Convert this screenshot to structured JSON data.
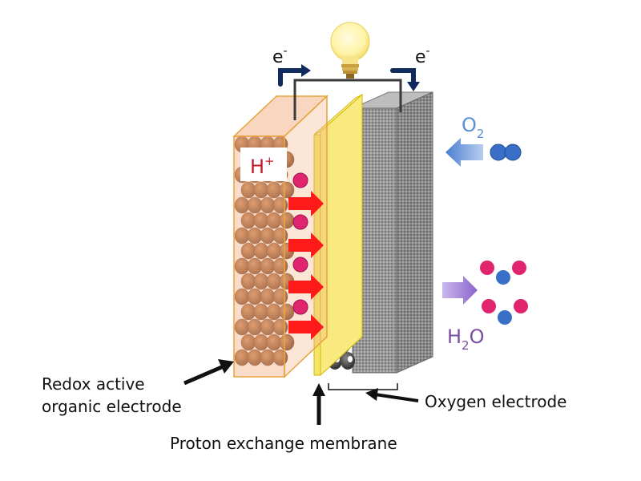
{
  "labels": {
    "electron": "e",
    "electron_sup": "-",
    "proton": "H",
    "proton_sup": "+",
    "oxygen": "O",
    "oxygen_sub": "2",
    "water_h": "H",
    "water_sub": "2",
    "water_o": "O",
    "organic_electrode_line1": "Redox active",
    "organic_electrode_line2": "organic electrode",
    "oxygen_electrode": "Oxygen electrode",
    "membrane": "Proton exchange membrane"
  },
  "colors": {
    "organic_fill": "#f2b48a",
    "organic_border": "#e8a23a",
    "membrane": "#f5e46a",
    "proton": "#e0246e",
    "proton_arrow": "#ff1a1a",
    "oxygen_text": "#5b8fd6",
    "oxygen_arrow": "#5b8fd6",
    "water_text": "#7a4fa0",
    "water_arrow": "#9b7ad0",
    "oxygen_atom": "#3a6fc8",
    "hydrogen_atom": "#e0246e",
    "wire": "#3a3a3a",
    "electron_arrow": "#0f2a5c"
  },
  "icons": [
    "light-bulb-icon",
    "oxygen-molecule-icon",
    "water-molecule-icon"
  ]
}
